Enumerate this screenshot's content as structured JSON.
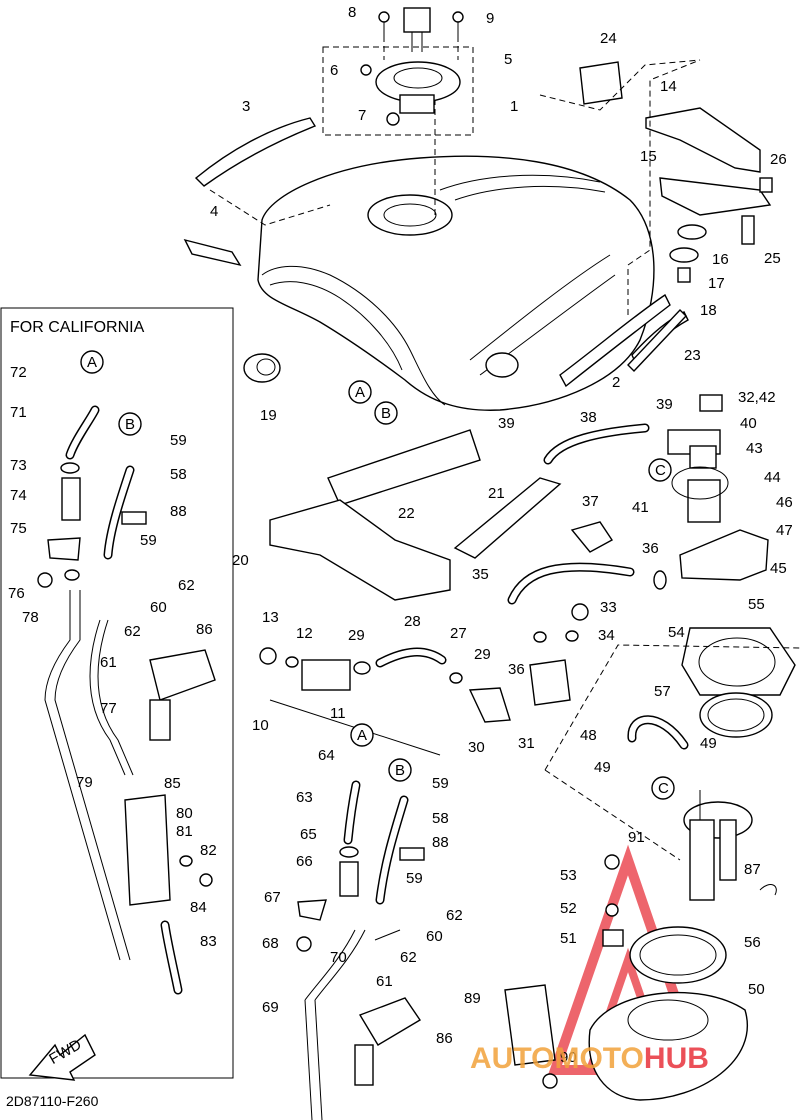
{
  "california_box": {
    "title": "FOR CALIFORNIA"
  },
  "figure_code": "2D87110-F260",
  "fwd_label": "FWD",
  "watermark": {
    "text_a": "AUTO",
    "text_b": "MOTO",
    "text_c": "HUB",
    "color_red": "#e8323c",
    "color_orange": "#f2a23a"
  },
  "callout_letters": [
    "A",
    "B",
    "C"
  ],
  "part_labels": [
    {
      "id": "l8",
      "text": "8"
    },
    {
      "id": "l9",
      "text": "9"
    },
    {
      "id": "l24",
      "text": "24"
    },
    {
      "id": "l5",
      "text": "5"
    },
    {
      "id": "l6",
      "text": "6"
    },
    {
      "id": "l3",
      "text": "3"
    },
    {
      "id": "l7",
      "text": "7"
    },
    {
      "id": "l1",
      "text": "1"
    },
    {
      "id": "l14",
      "text": "14"
    },
    {
      "id": "l15",
      "text": "15"
    },
    {
      "id": "l26",
      "text": "26"
    },
    {
      "id": "l4",
      "text": "4"
    },
    {
      "id": "l16",
      "text": "16"
    },
    {
      "id": "l25",
      "text": "25"
    },
    {
      "id": "l17",
      "text": "17"
    },
    {
      "id": "l18",
      "text": "18"
    },
    {
      "id": "l23",
      "text": "23"
    },
    {
      "id": "l19",
      "text": "19"
    },
    {
      "id": "l2",
      "text": "2"
    },
    {
      "id": "l32",
      "text": "32,42"
    },
    {
      "id": "l39a",
      "text": "39"
    },
    {
      "id": "l38",
      "text": "38"
    },
    {
      "id": "l39b",
      "text": "39"
    },
    {
      "id": "l40",
      "text": "40"
    },
    {
      "id": "l43",
      "text": "43"
    },
    {
      "id": "l44",
      "text": "44"
    },
    {
      "id": "l22",
      "text": "22"
    },
    {
      "id": "l21",
      "text": "21"
    },
    {
      "id": "l37",
      "text": "37"
    },
    {
      "id": "l41",
      "text": "41"
    },
    {
      "id": "l46",
      "text": "46"
    },
    {
      "id": "l47",
      "text": "47"
    },
    {
      "id": "l20",
      "text": "20"
    },
    {
      "id": "l36a",
      "text": "36"
    },
    {
      "id": "l35",
      "text": "35"
    },
    {
      "id": "l45",
      "text": "45"
    },
    {
      "id": "l13",
      "text": "13"
    },
    {
      "id": "l12",
      "text": "12"
    },
    {
      "id": "l29a",
      "text": "29"
    },
    {
      "id": "l28",
      "text": "28"
    },
    {
      "id": "l27",
      "text": "27"
    },
    {
      "id": "l33",
      "text": "33"
    },
    {
      "id": "l34",
      "text": "34"
    },
    {
      "id": "l55",
      "text": "55"
    },
    {
      "id": "l54",
      "text": "54"
    },
    {
      "id": "l36b",
      "text": "36"
    },
    {
      "id": "l29b",
      "text": "29"
    },
    {
      "id": "l11",
      "text": "11"
    },
    {
      "id": "l10",
      "text": "10"
    },
    {
      "id": "l30",
      "text": "30"
    },
    {
      "id": "l31",
      "text": "31"
    },
    {
      "id": "l57",
      "text": "57"
    },
    {
      "id": "l48",
      "text": "48"
    },
    {
      "id": "l49a",
      "text": "49"
    },
    {
      "id": "l49b",
      "text": "49"
    },
    {
      "id": "l64",
      "text": "64"
    },
    {
      "id": "l59a",
      "text": "59"
    },
    {
      "id": "l63",
      "text": "63"
    },
    {
      "id": "l58a",
      "text": "58"
    },
    {
      "id": "l65",
      "text": "65"
    },
    {
      "id": "l88a",
      "text": "88"
    },
    {
      "id": "l66",
      "text": "66"
    },
    {
      "id": "l59b",
      "text": "59"
    },
    {
      "id": "l67",
      "text": "67"
    },
    {
      "id": "l62a",
      "text": "62"
    },
    {
      "id": "l68",
      "text": "68"
    },
    {
      "id": "l60a",
      "text": "60"
    },
    {
      "id": "l70",
      "text": "70"
    },
    {
      "id": "l62b",
      "text": "62"
    },
    {
      "id": "l61a",
      "text": "61"
    },
    {
      "id": "l69",
      "text": "69"
    },
    {
      "id": "l86a",
      "text": "86"
    },
    {
      "id": "l91",
      "text": "91"
    },
    {
      "id": "l53",
      "text": "53"
    },
    {
      "id": "l87",
      "text": "87"
    },
    {
      "id": "l52",
      "text": "52"
    },
    {
      "id": "l51",
      "text": "51"
    },
    {
      "id": "l56",
      "text": "56"
    },
    {
      "id": "l89",
      "text": "89"
    },
    {
      "id": "l50",
      "text": "50"
    },
    {
      "id": "l90",
      "text": "90"
    },
    {
      "id": "l72",
      "text": "72"
    },
    {
      "id": "l71",
      "text": "71"
    },
    {
      "id": "l59c",
      "text": "59"
    },
    {
      "id": "l73",
      "text": "73"
    },
    {
      "id": "l58b",
      "text": "58"
    },
    {
      "id": "l74",
      "text": "74"
    },
    {
      "id": "l88b",
      "text": "88"
    },
    {
      "id": "l75",
      "text": "75"
    },
    {
      "id": "l59d",
      "text": "59"
    },
    {
      "id": "l62c",
      "text": "62"
    },
    {
      "id": "l76",
      "text": "76"
    },
    {
      "id": "l78",
      "text": "78"
    },
    {
      "id": "l60b",
      "text": "60"
    },
    {
      "id": "l62d",
      "text": "62"
    },
    {
      "id": "l86b",
      "text": "86"
    },
    {
      "id": "l61b",
      "text": "61"
    },
    {
      "id": "l77",
      "text": "77"
    },
    {
      "id": "l79",
      "text": "79"
    },
    {
      "id": "l85",
      "text": "85"
    },
    {
      "id": "l80",
      "text": "80"
    },
    {
      "id": "l81",
      "text": "81"
    },
    {
      "id": "l82",
      "text": "82"
    },
    {
      "id": "l84",
      "text": "84"
    },
    {
      "id": "l83",
      "text": "83"
    }
  ]
}
